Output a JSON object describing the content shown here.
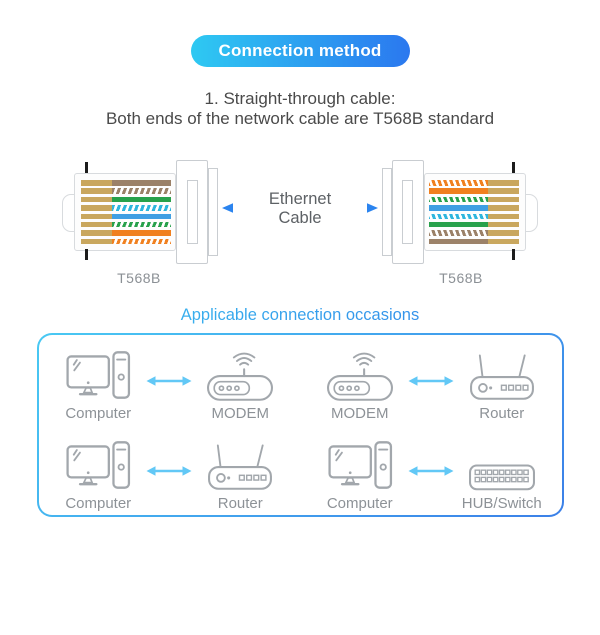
{
  "header": {
    "badge": "Connection method",
    "title_line1": "1. Straight-through cable:",
    "title_line2": "Both ends of the network cable are T568B standard"
  },
  "diagram": {
    "center_label_line1": "Ethernet",
    "center_label_line2": "Cable",
    "left_connector_label": "T568B",
    "right_connector_label": "T568B",
    "wire_jacket_color": "#c9a75e",
    "t568b_pins": [
      {
        "pin": 1,
        "name": "white-orange",
        "type": "striped",
        "color": "#f0801f"
      },
      {
        "pin": 2,
        "name": "orange",
        "type": "solid",
        "color": "#f0801f"
      },
      {
        "pin": 3,
        "name": "white-green",
        "type": "striped",
        "color": "#27a14b"
      },
      {
        "pin": 4,
        "name": "blue",
        "type": "solid",
        "color": "#3f9fe3"
      },
      {
        "pin": 5,
        "name": "white-blue",
        "type": "striped",
        "color": "#2eb6de"
      },
      {
        "pin": 6,
        "name": "green",
        "type": "solid",
        "color": "#27a14b"
      },
      {
        "pin": 7,
        "name": "white-brown",
        "type": "striped",
        "color": "#9b8168"
      },
      {
        "pin": 8,
        "name": "brown",
        "type": "solid",
        "color": "#9b8168"
      }
    ]
  },
  "occasions": {
    "title": "Applicable connection occasions",
    "pairs": [
      {
        "left": {
          "label": "Computer"
        },
        "right": {
          "label": "MODEM"
        }
      },
      {
        "left": {
          "label": "MODEM"
        },
        "right": {
          "label": "Router"
        }
      },
      {
        "left": {
          "label": "Computer"
        },
        "right": {
          "label": "Router"
        }
      },
      {
        "left": {
          "label": "Computer"
        },
        "right": {
          "label": "HUB/Switch"
        }
      }
    ]
  },
  "colors": {
    "badge_gradient": [
      "#2ec9f2",
      "#2b78ef"
    ],
    "box_border_gradient": [
      "#49c9f3",
      "#3b80e8"
    ],
    "section_title_gradient": [
      "#3cc5f0",
      "#2f7ce8"
    ],
    "single_arrow_gradient": [
      "#2fc3f2",
      "#2b7bef"
    ],
    "double_arrow": "#62c8f6",
    "icon_stroke": "#a2a7ac",
    "heading_text": "#4a4a4a",
    "label_text": "#8d9297"
  }
}
